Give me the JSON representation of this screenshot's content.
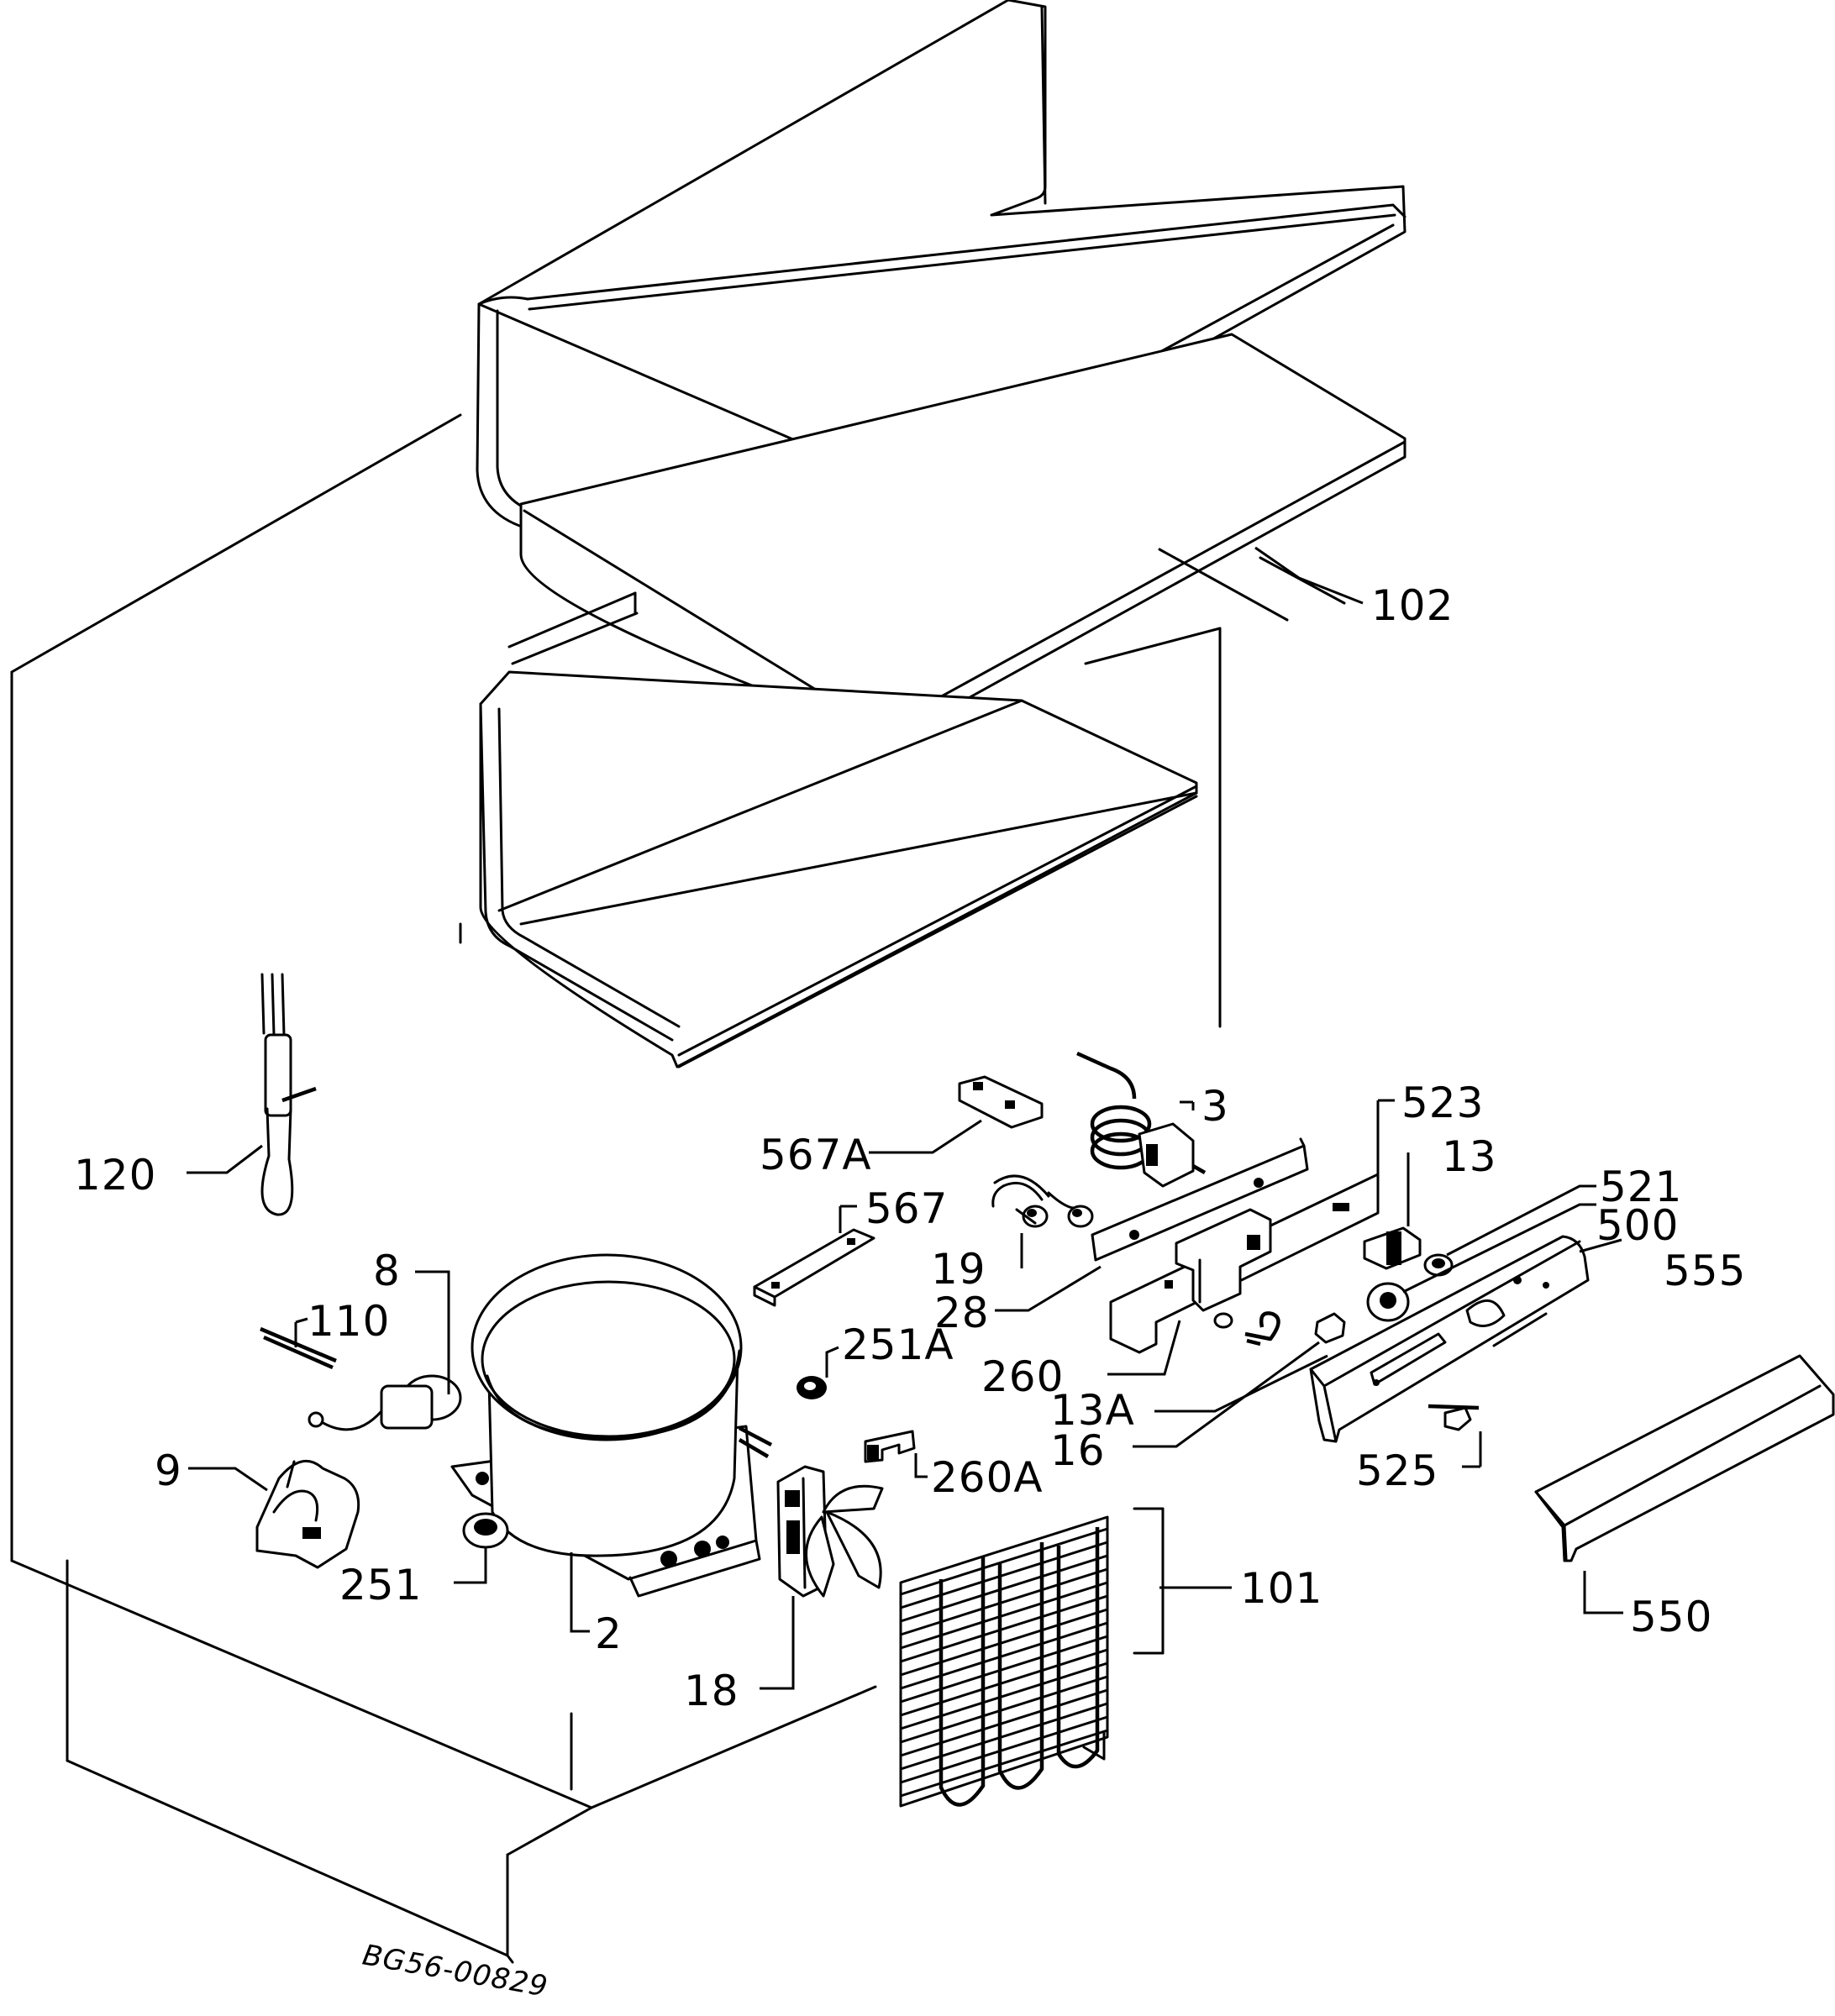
{
  "diagram": {
    "drawing_code": "BG56-00829",
    "parts": [
      {
        "id": "p102",
        "label": "102"
      },
      {
        "id": "p3",
        "label": "3"
      },
      {
        "id": "p523",
        "label": "523"
      },
      {
        "id": "p13",
        "label": "13"
      },
      {
        "id": "p567A",
        "label": "567A"
      },
      {
        "id": "p521",
        "label": "521"
      },
      {
        "id": "p500",
        "label": "500"
      },
      {
        "id": "p555",
        "label": "555"
      },
      {
        "id": "p567",
        "label": "567"
      },
      {
        "id": "p120",
        "label": "120"
      },
      {
        "id": "p19",
        "label": "19"
      },
      {
        "id": "p28",
        "label": "28"
      },
      {
        "id": "p8",
        "label": "8"
      },
      {
        "id": "p110",
        "label": "110"
      },
      {
        "id": "p251A",
        "label": "251A"
      },
      {
        "id": "p260",
        "label": "260"
      },
      {
        "id": "p13A",
        "label": "13A"
      },
      {
        "id": "p16",
        "label": "16"
      },
      {
        "id": "p9",
        "label": "9"
      },
      {
        "id": "p260A",
        "label": "260A"
      },
      {
        "id": "p525",
        "label": "525"
      },
      {
        "id": "p251",
        "label": "251"
      },
      {
        "id": "p101",
        "label": "101"
      },
      {
        "id": "p2",
        "label": "2"
      },
      {
        "id": "p550",
        "label": "550"
      },
      {
        "id": "p18",
        "label": "18"
      }
    ]
  }
}
